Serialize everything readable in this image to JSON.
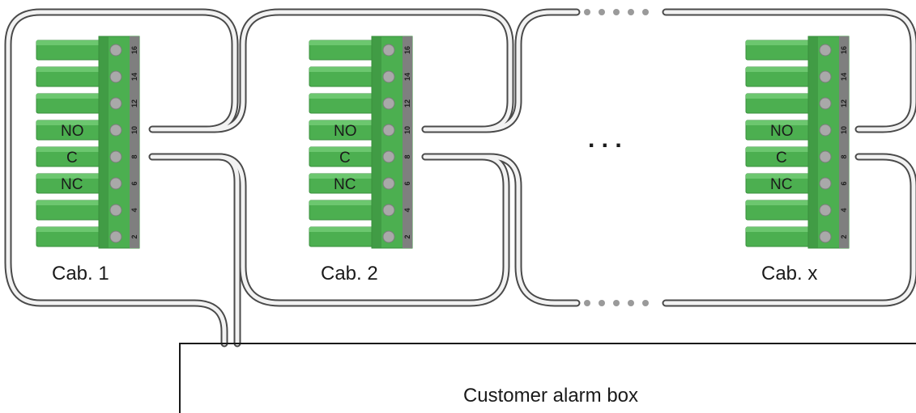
{
  "cabinets": [
    {
      "label": "Cab. 1",
      "contact_labels": [
        "NO",
        "C",
        "NC"
      ],
      "pin_numbers": [
        "16",
        "14",
        "12",
        "10",
        "8",
        "6",
        "4",
        "2"
      ]
    },
    {
      "label": "Cab. 2",
      "contact_labels": [
        "NO",
        "C",
        "NC"
      ],
      "pin_numbers": [
        "16",
        "14",
        "12",
        "10",
        "8",
        "6",
        "4",
        "2"
      ]
    },
    {
      "label": "Cab. x",
      "contact_labels": [
        "NO",
        "C",
        "NC"
      ],
      "pin_numbers": [
        "16",
        "14",
        "12",
        "10",
        "8",
        "6",
        "4",
        "2"
      ]
    }
  ],
  "ellipsis": ". . .",
  "alarm_box": {
    "label": "Customer alarm box"
  },
  "colors": {
    "connector_green": "#4caf50",
    "connector_dark": "#3a8f3e",
    "connector_light": "#6cc76f",
    "pin_grey": "#a9a9a9",
    "cable_grey": "#9a9a9a",
    "cable_dark": "#555555"
  }
}
